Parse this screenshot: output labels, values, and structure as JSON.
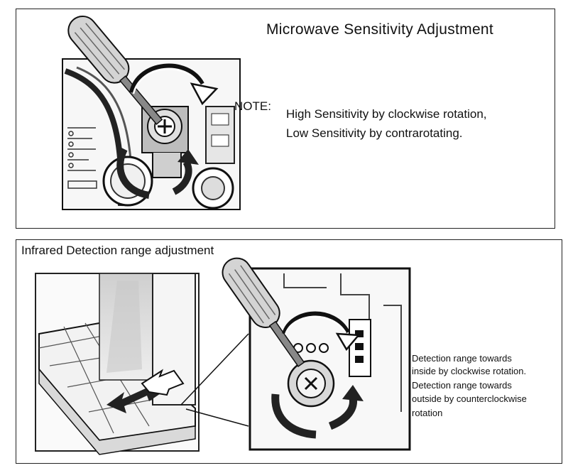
{
  "microwave": {
    "title": "Microwave Sensitivity Adjustment",
    "note_label": "NOTE:",
    "note_lines": [
      "High Sensitivity by clockwise rotation,",
      "Low Sensitivity by contrarotating."
    ]
  },
  "infrared": {
    "title": "Infrared Detection range adjustment",
    "description_lines": [
      "Detection range towards",
      "inside by clockwise rotation.",
      "Detection range towards",
      "outside by counterclockwise",
      "rotation"
    ]
  }
}
